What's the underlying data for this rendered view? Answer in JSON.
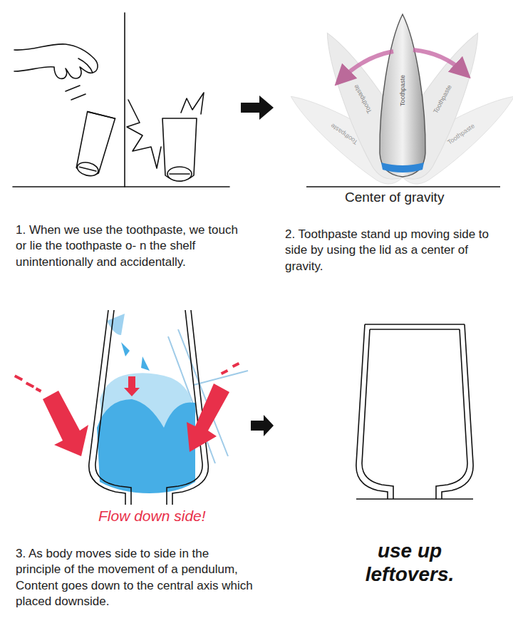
{
  "diagram": {
    "labels": [
      "1. When we use the toothpaste, we touch or lie the toothpaste o- n the shelf unintentionally and accidentally.",
      "2. Toothpaste stand up moving side to side by using the lid as a center of gravity.",
      "3. As body moves side to side in the principle of the movement of a pendulum, Content goes down to the central axis which placed downside.",
      "Center of gravity",
      "Flow down side!",
      "use up leftovers.",
      "Toothpaste",
      "Toothpaste",
      "Toothpaste",
      "Toothpaste",
      "Toothpaste"
    ]
  }
}
